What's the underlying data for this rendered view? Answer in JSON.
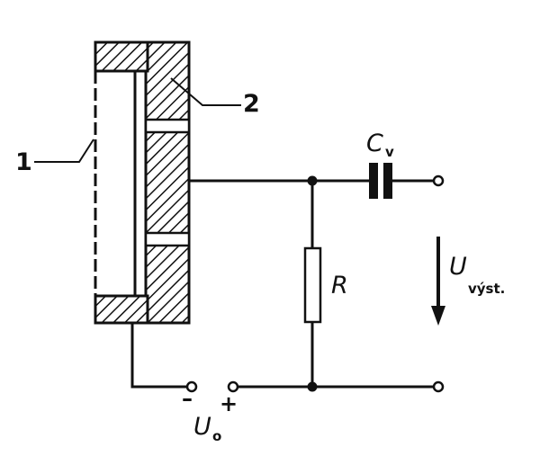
{
  "labels": {
    "part_1": "1",
    "part_2": "2",
    "capacitor_symbol": "C",
    "capacitor_subscript": "v",
    "resistor_symbol": "R",
    "output_voltage_symbol": "U",
    "output_voltage_subscript": "výst.",
    "supply_voltage_symbol": "U",
    "supply_voltage_subscript": "o",
    "supply_minus": "–",
    "supply_plus": "+"
  }
}
